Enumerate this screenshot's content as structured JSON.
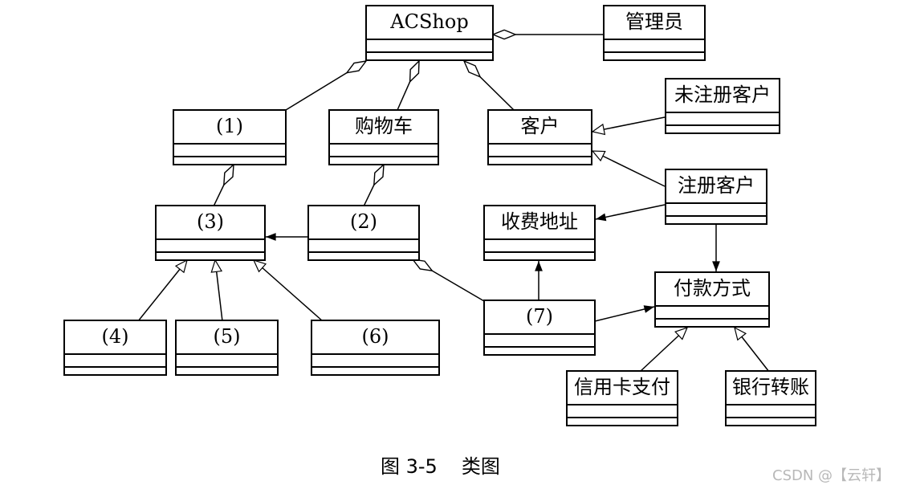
{
  "classes": {
    "acshop": "ACShop",
    "admin": "管理员",
    "c1": "(1)",
    "cart": "购物车",
    "customer": "客户",
    "unregistered": "未注册客户",
    "registered": "注册客户",
    "c3": "(3)",
    "c2": "(2)",
    "address": "收费地址",
    "payment": "付款方式",
    "c4": "(4)",
    "c5": "(5)",
    "c6": "(6)",
    "c7": "(7)",
    "credit_card": "信用卡支付",
    "bank_transfer": "银行转账"
  },
  "caption": {
    "figure": "图 3-5",
    "title": "类图"
  },
  "watermark": "CSDN @【云轩】"
}
